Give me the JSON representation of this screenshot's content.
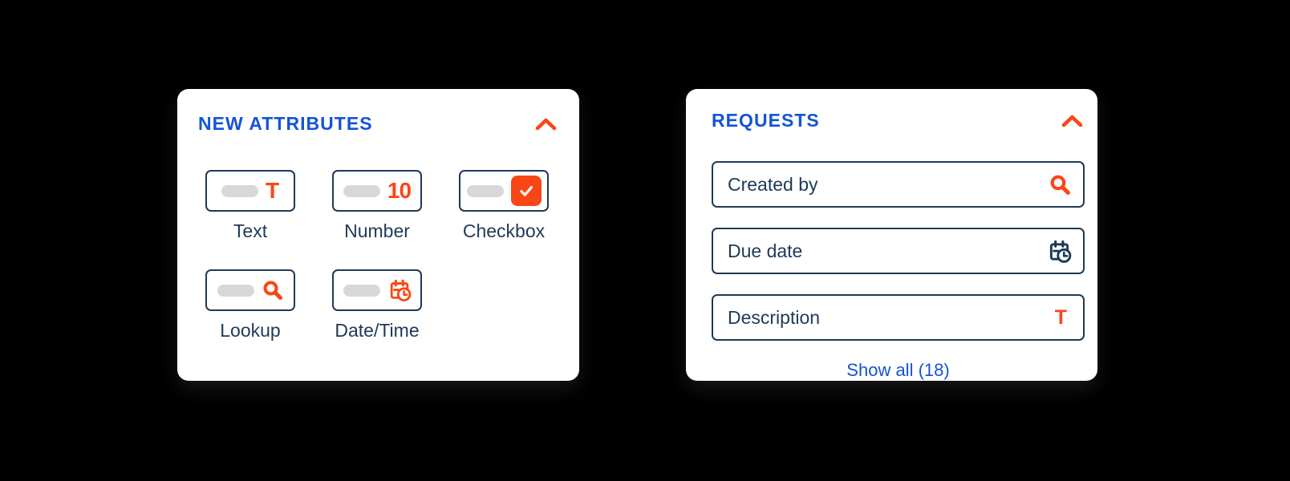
{
  "colors": {
    "background": "#000000",
    "card": "#ffffff",
    "title_blue": "#1553d8",
    "accent_orange": "#fa4616",
    "navy": "#1d3a57",
    "pill_gray": "#d8d8d8"
  },
  "attributes_card": {
    "title": "NEW ATTRIBUTES",
    "collapse_icon": "chevron-up-icon",
    "tiles": [
      {
        "label": "Text",
        "icon": "text-icon",
        "glyph": "T"
      },
      {
        "label": "Number",
        "icon": "number-icon",
        "glyph": "10"
      },
      {
        "label": "Checkbox",
        "icon": "checkbox-checked-icon"
      },
      {
        "label": "Lookup",
        "icon": "search-icon"
      },
      {
        "label": "Date/Time",
        "icon": "calendar-clock-icon"
      }
    ]
  },
  "requests_card": {
    "title": "REQUESTS",
    "collapse_icon": "chevron-up-icon",
    "fields": [
      {
        "label": "Created by",
        "icon": "search-icon",
        "icon_color": "#fa4616"
      },
      {
        "label": "Due date",
        "icon": "calendar-clock-icon",
        "icon_color": "#1d3a57"
      },
      {
        "label": "Description",
        "icon": "text-icon",
        "glyph": "T",
        "icon_color": "#fa4616"
      }
    ],
    "show_all_label": "Show all (18)"
  }
}
